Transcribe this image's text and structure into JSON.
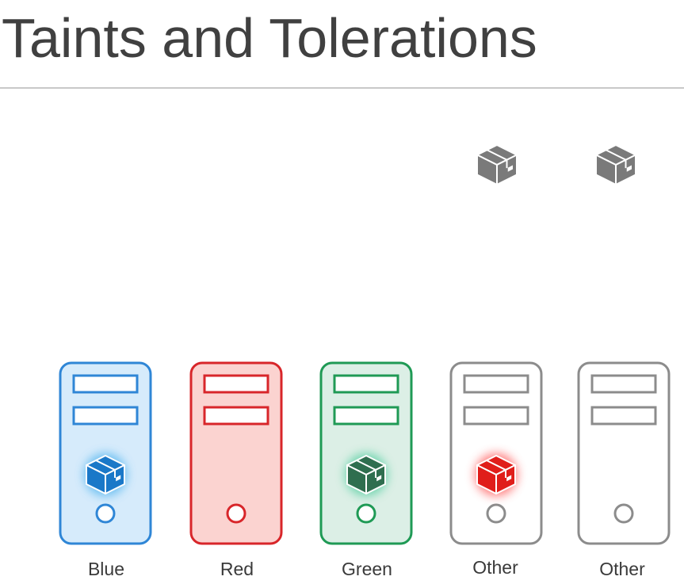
{
  "title": "Taints and Tolerations",
  "waiting_pods": [
    {
      "color": "#7a7a7a",
      "icon": "pod-cube-icon"
    },
    {
      "color": "#7a7a7a",
      "icon": "pod-cube-icon"
    }
  ],
  "nodes": [
    {
      "label": "Blue",
      "border": "#2f86d6",
      "fill": "#d6ebfb",
      "pod": {
        "color": "#1a78c8",
        "glow": "#5ab8f0"
      }
    },
    {
      "label": "Red",
      "border": "#d8262a",
      "fill": "#fbd3d0",
      "pod": null
    },
    {
      "label": "Green",
      "border": "#1f9a55",
      "fill": "#dcefe6",
      "pod": {
        "color": "#2f6e4f",
        "glow": "#5fd0a6"
      }
    },
    {
      "label": "Other",
      "border": "#8c8c8c",
      "fill": "#ffffff",
      "pod": {
        "color": "#e01e1a",
        "glow": "#ff6a6a"
      }
    },
    {
      "label": "Other",
      "border": "#8c8c8c",
      "fill": "#ffffff",
      "pod": null
    }
  ]
}
